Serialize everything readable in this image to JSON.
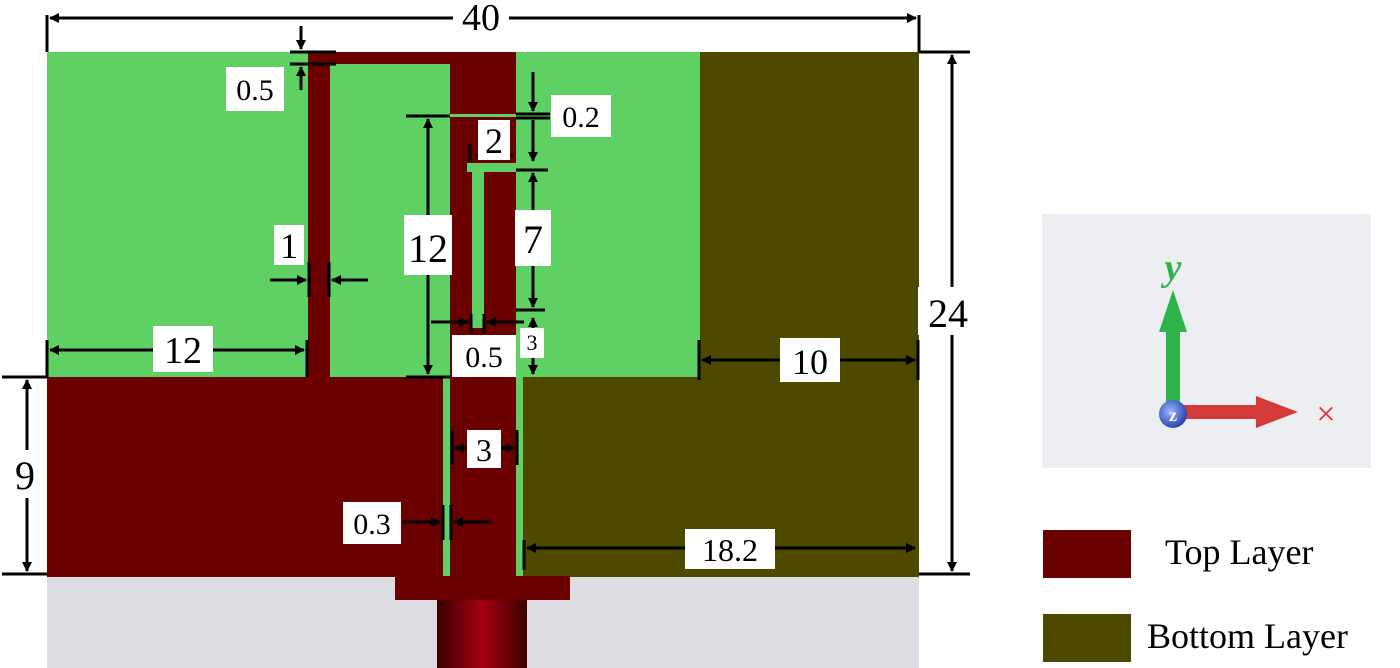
{
  "colors": {
    "substrate_green": "#5fd064",
    "top_layer": "#6b0000",
    "bottom_layer": "#4d4a00",
    "connector_gray": "#dcdde3",
    "axis_y_green": "#2eb34a",
    "axis_x_red": "#d43a3a",
    "axis_z_blue": "#3b5fc9"
  },
  "dimensions": {
    "total_width": "40",
    "total_height": "24",
    "feed_slot_top": "0.5",
    "stub_width": "1",
    "left_width": "12",
    "top_gap": "0.2",
    "inner_width": "2",
    "slot_height": "12",
    "inner_slot_height": "7",
    "inner_gap": "0.5",
    "small_gap": "3",
    "ground_height": "9",
    "feed_width": "3",
    "feed_gap": "0.3",
    "bottom_ground_width": "18.2",
    "bottom_patch_width": "10"
  },
  "axes": {
    "icon": "xyz-axes-icon",
    "y_label": "y",
    "x_label": "×",
    "z_label": "z"
  },
  "legend": [
    {
      "label": "Top Layer",
      "color": "#6b0000"
    },
    {
      "label": "Bottom Layer",
      "color": "#4d4a00"
    }
  ]
}
